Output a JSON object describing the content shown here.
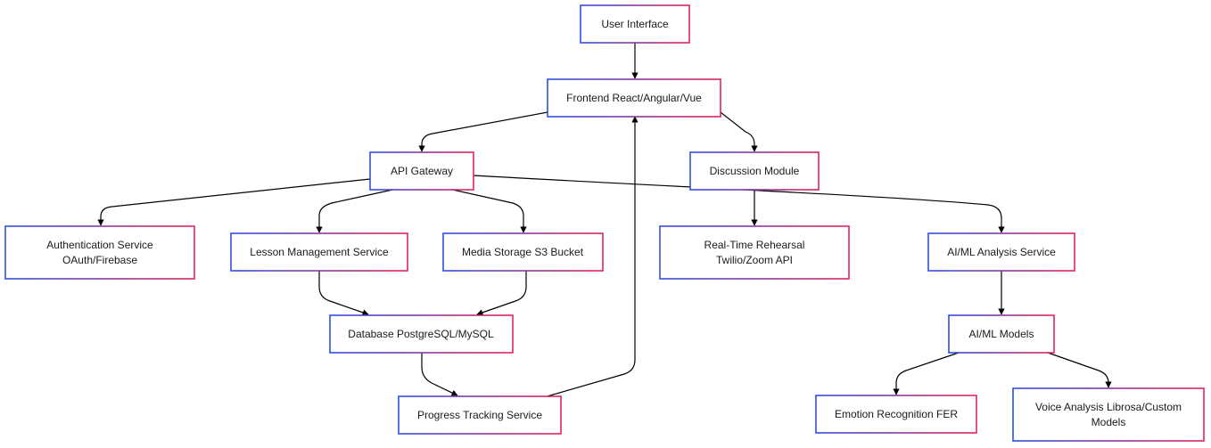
{
  "diagram": {
    "colors": {
      "border_start": "#2f4fe0",
      "border_end": "#e0245e",
      "edge": "#000000",
      "background": "#ffffff"
    },
    "nodes": {
      "user_interface": {
        "lines": [
          "User Interface"
        ]
      },
      "frontend": {
        "lines": [
          "Frontend React/Angular/Vue"
        ]
      },
      "api_gateway": {
        "lines": [
          "API Gateway"
        ]
      },
      "discussion": {
        "lines": [
          "Discussion Module"
        ]
      },
      "auth": {
        "lines": [
          "Authentication Service",
          "OAuth/Firebase"
        ]
      },
      "lesson": {
        "lines": [
          "Lesson Management Service"
        ]
      },
      "media": {
        "lines": [
          "Media Storage S3 Bucket"
        ]
      },
      "rehearsal": {
        "lines": [
          "Real-Time Rehearsal",
          "Twilio/Zoom API"
        ]
      },
      "aiml_service": {
        "lines": [
          "AI/ML Analysis Service"
        ]
      },
      "database": {
        "lines": [
          "Database PostgreSQL/MySQL"
        ]
      },
      "aiml_models": {
        "lines": [
          "AI/ML Models"
        ]
      },
      "progress": {
        "lines": [
          "Progress Tracking Service"
        ]
      },
      "emotion": {
        "lines": [
          "Emotion Recognition FER"
        ]
      },
      "voice": {
        "lines": [
          "Voice Analysis Librosa/Custom",
          "Models"
        ]
      }
    },
    "edges": [
      {
        "from": "user_interface",
        "to": "frontend"
      },
      {
        "from": "frontend",
        "to": "api_gateway"
      },
      {
        "from": "frontend",
        "to": "discussion"
      },
      {
        "from": "api_gateway",
        "to": "auth"
      },
      {
        "from": "api_gateway",
        "to": "lesson"
      },
      {
        "from": "api_gateway",
        "to": "media"
      },
      {
        "from": "api_gateway",
        "to": "aiml_service"
      },
      {
        "from": "discussion",
        "to": "rehearsal"
      },
      {
        "from": "lesson",
        "to": "database"
      },
      {
        "from": "media",
        "to": "database"
      },
      {
        "from": "database",
        "to": "progress"
      },
      {
        "from": "progress",
        "to": "frontend"
      },
      {
        "from": "aiml_service",
        "to": "aiml_models"
      },
      {
        "from": "aiml_models",
        "to": "emotion"
      },
      {
        "from": "aiml_models",
        "to": "voice"
      }
    ]
  }
}
